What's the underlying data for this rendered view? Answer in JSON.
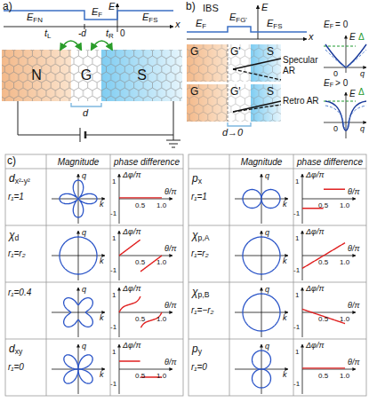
{
  "diagram": {
    "nodes": [
      {
        "text": [
          "N"
        ]
      },
      {
        "text": [
          "G"
        ]
      },
      {
        "text": [
          "S"
        ]
      }
    ],
    "edges": [
      {
        "from": 0,
        "to": 1,
        "arrow": "both"
      },
      {
        "from": 1,
        "to": 2,
        "arrow": "both"
      }
    ],
    "labels": [
      "a)",
      "E",
      "E",
      "FN",
      "E",
      "F",
      "E",
      "FS",
      "-d",
      "0",
      "x",
      "t",
      "L",
      "t",
      "R",
      "d",
      "b)",
      "IBS",
      "E",
      "x",
      "E",
      "F",
      "E",
      "FG'",
      "E",
      "FS",
      "G",
      "G'",
      "S",
      "G",
      "G'",
      "S",
      "Specular AR",
      "Retro AR",
      "d→0",
      "E",
      "F",
      "= 0",
      "E",
      "Δ",
      "0",
      "q",
      "E",
      "F",
      "> 0",
      "E",
      "Δ",
      "0",
      "q",
      "c)",
      "Magnitude",
      "phase difference",
      "d",
      "x²-y²",
      "r₁=1",
      "q",
      "k",
      "Δφ/π",
      "θ/π",
      "0.5",
      "1.0",
      "1",
      "-1",
      "χ",
      "d",
      "r₁=r₂",
      "q",
      "k",
      "Δφ/π",
      "θ/π",
      "0.5",
      "1.0",
      "1",
      "-1",
      "r₁=0.4",
      "q",
      "k",
      "Δφ/π",
      "θ/π",
      "0.5",
      "1.0",
      "1",
      "-1",
      "d",
      "xy",
      "r₁=0",
      "q",
      "k",
      "Δφ/π",
      "θ/π",
      "0.5",
      "1.0",
      "1",
      "-1",
      "Magnitude",
      "phase difference",
      "p",
      "x",
      "r₁=1",
      "q",
      "k",
      "Δφ/π",
      "θ/π",
      "0.5",
      "1.0",
      "1",
      "-1",
      "χ",
      "p,A",
      "r₁=r₂",
      "q",
      "k",
      "Δφ/π",
      "θ/π",
      "0.5",
      "1.0",
      "1",
      "-1",
      "χ",
      "p,B",
      "r₁=−r₂",
      "q",
      "k",
      "Δφ/π",
      "θ/π",
      "0.5",
      "1.0",
      "1",
      "-1",
      "p",
      "y",
      "r₁=0",
      "q",
      "k",
      "Δφ/π",
      "θ/π",
      "0.5",
      "1.0",
      "1",
      "-1"
    ]
  }
}
